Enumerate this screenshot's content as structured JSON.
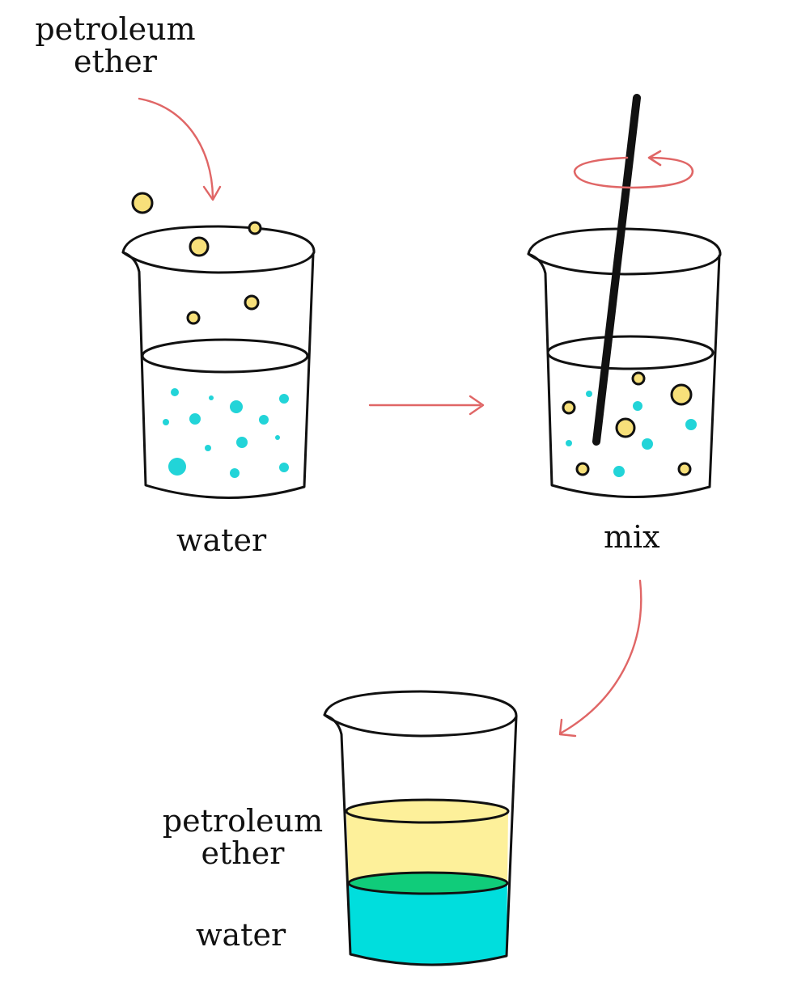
{
  "labels": {
    "top_ether_line1": "petroleum",
    "top_ether_line2": "ether",
    "water_first": "water",
    "mix": "mix",
    "layer_ether_line1": "petroleum",
    "layer_ether_line2": "ether",
    "layer_water": "water"
  },
  "colors": {
    "outline": "#111111",
    "arrow": "#e06666",
    "ether_droplet": "#f7e07a",
    "ether_layer": "#fdf09a",
    "water_speck": "#22d4d8",
    "water_layer": "#00dedd",
    "interface_layer": "#10cc7a",
    "rod": "#111111"
  },
  "icons": [
    "beaker-icon",
    "curved-arrow-icon",
    "right-arrow-icon",
    "rotation-arrow-icon",
    "stirring-rod-icon"
  ]
}
